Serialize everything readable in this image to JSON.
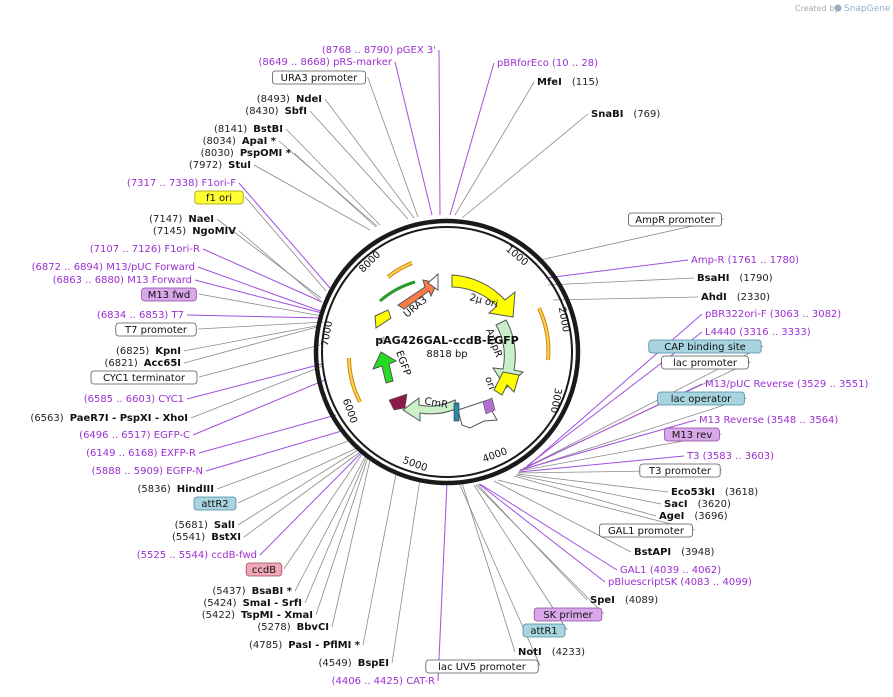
{
  "credit": {
    "prefix": "Created by",
    "brand": "SnapGene"
  },
  "plasmid": {
    "name": "pAG426GAL-ccdB-EGFP",
    "length": "8818 bp"
  },
  "ticks": [
    "1000",
    "2000",
    "3000",
    "4000",
    "5000",
    "6000",
    "7000",
    "8000"
  ],
  "features": {
    "two_micron": "2µ ori",
    "ampr": "AmpR",
    "ori": "ori",
    "cmr": "CmR",
    "egfp": "EGFP",
    "ura3": "URA3"
  },
  "labels": [
    {
      "kind": "primer",
      "text": "(8768 .. 8790)  pGEX 3'"
    },
    {
      "kind": "primer",
      "text": "(8649 .. 8668)  pRS-marker"
    },
    {
      "kind": "box",
      "text": "URA3 promoter",
      "fill": "#ffffff",
      "stroke": "#555555"
    },
    {
      "kind": "site",
      "num": "(8493)",
      "name": "NdeI"
    },
    {
      "kind": "site",
      "num": "(8430)",
      "name": "SbfI"
    },
    {
      "kind": "site",
      "num": "(8141)",
      "name": "BstBI"
    },
    {
      "kind": "site",
      "num": "(8034)",
      "name": "ApaI  *"
    },
    {
      "kind": "site",
      "num": "(8030)",
      "name": "PspOMI  *"
    },
    {
      "kind": "site",
      "num": "(7972)",
      "name": "StuI"
    },
    {
      "kind": "primer",
      "text": "(7317 .. 7338)  F1ori-F"
    },
    {
      "kind": "box",
      "text": "f1 ori",
      "fill": "#ffff33",
      "stroke": "#999900"
    },
    {
      "kind": "site",
      "num": "(7147)",
      "name": "NaeI"
    },
    {
      "kind": "site",
      "num": "(7145)",
      "name": "NgoMIV"
    },
    {
      "kind": "primer",
      "text": "(7107 .. 7126)  F1ori-R"
    },
    {
      "kind": "primer",
      "text": "(6872 .. 6894)  M13/pUC Forward"
    },
    {
      "kind": "primer",
      "text": "(6863 .. 6880)  M13 Forward"
    },
    {
      "kind": "box",
      "text": "M13 fwd",
      "fill": "#d9a8e8",
      "stroke": "#8a4aa0"
    },
    {
      "kind": "primer",
      "text": "(6834 .. 6853)  T7"
    },
    {
      "kind": "box",
      "text": "T7 promoter",
      "fill": "#ffffff",
      "stroke": "#555555"
    },
    {
      "kind": "site",
      "num": "(6825)",
      "name": "KpnI"
    },
    {
      "kind": "site",
      "num": "(6821)",
      "name": "Acc65I"
    },
    {
      "kind": "box",
      "text": "CYC1 terminator",
      "fill": "#ffffff",
      "stroke": "#555555"
    },
    {
      "kind": "primer",
      "text": "(6585 .. 6603)  CYC1"
    },
    {
      "kind": "site",
      "num": "(6563)",
      "name": "PaeR7I  - PspXI  - XhoI"
    },
    {
      "kind": "primer",
      "text": "(6496 .. 6517)  EGFP-C"
    },
    {
      "kind": "primer",
      "text": "(6149 .. 6168)  EXFP-R"
    },
    {
      "kind": "primer",
      "text": "(5888 .. 5909)  EGFP-N"
    },
    {
      "kind": "site",
      "num": "(5836)",
      "name": "HindIII"
    },
    {
      "kind": "box",
      "text": "attR2",
      "fill": "#a8d4e0",
      "stroke": "#4a8aa0"
    },
    {
      "kind": "site",
      "num": "(5681)",
      "name": "SalI"
    },
    {
      "kind": "site",
      "num": "(5541)",
      "name": "BstXI"
    },
    {
      "kind": "primer",
      "text": "(5525 .. 5544)  ccdB-fwd"
    },
    {
      "kind": "box",
      "text": "ccdB",
      "fill": "#f0a8b8",
      "stroke": "#a04a60"
    },
    {
      "kind": "site",
      "num": "(5437)",
      "name": "BsaBI  *"
    },
    {
      "kind": "site",
      "num": "(5424)",
      "name": "SmaI  - SrfI"
    },
    {
      "kind": "site",
      "num": "(5422)",
      "name": "TspMI  - XmaI"
    },
    {
      "kind": "site",
      "num": "(5278)",
      "name": "BbvCI"
    },
    {
      "kind": "site",
      "num": "(4785)",
      "name": "PasI  - PflMI *"
    },
    {
      "kind": "site",
      "num": "(4549)",
      "name": "BspEI"
    },
    {
      "kind": "primer",
      "text": "(4406 .. 4425)  CAT-R"
    },
    {
      "kind": "primer",
      "text": "pBRforEco  (10 .. 28)"
    },
    {
      "kind": "site",
      "name": "MfeI",
      "num": "(115)"
    },
    {
      "kind": "site",
      "name": "SnaBI",
      "num": "(769)"
    },
    {
      "kind": "box",
      "text": "AmpR promoter",
      "fill": "#ffffff",
      "stroke": "#555555"
    },
    {
      "kind": "primer",
      "text": "Amp-R  (1761 .. 1780)"
    },
    {
      "kind": "site",
      "name": "BsaHI",
      "num": "(1790)"
    },
    {
      "kind": "site",
      "name": "AhdI",
      "num": "(2330)"
    },
    {
      "kind": "primer",
      "text": "pBR322ori-F  (3063 .. 3082)"
    },
    {
      "kind": "primer",
      "text": "L4440  (3316 .. 3333)"
    },
    {
      "kind": "box",
      "text": "CAP binding site",
      "fill": "#a8d4e0",
      "stroke": "#4a8aa0"
    },
    {
      "kind": "box",
      "text": "lac promoter",
      "fill": "#ffffff",
      "stroke": "#555555"
    },
    {
      "kind": "primer",
      "text": "M13/pUC Reverse  (3529 .. 3551)"
    },
    {
      "kind": "box",
      "text": "lac operator",
      "fill": "#a8d4e0",
      "stroke": "#4a8aa0"
    },
    {
      "kind": "primer",
      "text": "M13 Reverse  (3548 .. 3564)"
    },
    {
      "kind": "box",
      "text": "M13 rev",
      "fill": "#d9a8e8",
      "stroke": "#8a4aa0"
    },
    {
      "kind": "primer",
      "text": "T3  (3583 .. 3603)"
    },
    {
      "kind": "box",
      "text": "T3 promoter",
      "fill": "#ffffff",
      "stroke": "#555555"
    },
    {
      "kind": "site",
      "name": "Eco53kI",
      "num": "(3618)"
    },
    {
      "kind": "site",
      "name": "SacI",
      "num": "(3620)"
    },
    {
      "kind": "site",
      "name": "AgeI",
      "num": "(3696)"
    },
    {
      "kind": "box",
      "text": "GAL1 promoter",
      "fill": "#ffffff",
      "stroke": "#555555"
    },
    {
      "kind": "site",
      "name": "BstAPI",
      "num": "(3948)"
    },
    {
      "kind": "primer",
      "text": "GAL1  (4039 .. 4062)"
    },
    {
      "kind": "primer",
      "text": "pBluescriptSK  (4083 .. 4099)"
    },
    {
      "kind": "site",
      "name": "SpeI",
      "num": "(4089)"
    },
    {
      "kind": "box",
      "text": "SK primer",
      "fill": "#d9a8e8",
      "stroke": "#8a4aa0"
    },
    {
      "kind": "box",
      "text": "attR1",
      "fill": "#a8d4e0",
      "stroke": "#4a8aa0"
    },
    {
      "kind": "site",
      "name": "NotI",
      "num": "(4233)"
    },
    {
      "kind": "box",
      "text": "lac UV5 promoter",
      "fill": "#ffffff",
      "stroke": "#555555"
    }
  ]
}
